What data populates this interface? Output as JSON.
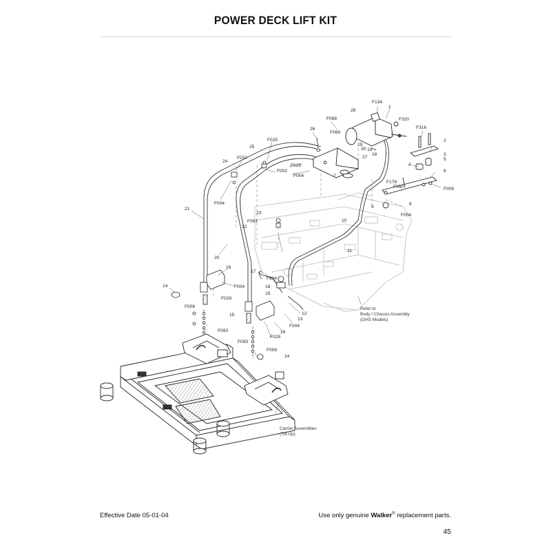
{
  "header": {
    "title": "POWER DECK LIFT KIT"
  },
  "footer": {
    "effective_date": "Effective Date 05-01-04",
    "notice_pre": "Use only genuine",
    "brand": "Walker",
    "registered": "®",
    "notice_post": "replacement parts.",
    "page_number": "45"
  },
  "notes": {
    "refer_line1": "Refer to",
    "refer_line2": "Body / Chassis Assembly",
    "refer_line3": "(GHS Models)",
    "carrier_line1": "Carrier Assemblies",
    "carrier_line2": "(Tilt-Up)"
  },
  "callouts": [
    "F134",
    "28",
    "1",
    "F320",
    "F316",
    "2",
    "3",
    "5",
    "4",
    "6",
    "F009",
    "F068",
    "F069",
    "26",
    "29",
    "30",
    "19",
    "18",
    "27",
    "F029",
    "F004",
    "7",
    "F025",
    "25",
    "F032",
    "24",
    "F002",
    "F004",
    "F179",
    "F050",
    "9",
    "8",
    "F004",
    "23",
    "F061",
    "22",
    "10",
    "11",
    "21",
    "20",
    "16",
    "F004",
    "F029",
    "14",
    "17",
    "F004",
    "18",
    "19",
    "12",
    "13",
    "F004",
    "F009",
    "15",
    "F093",
    "F093",
    "16",
    "F029",
    "F009",
    "14"
  ]
}
